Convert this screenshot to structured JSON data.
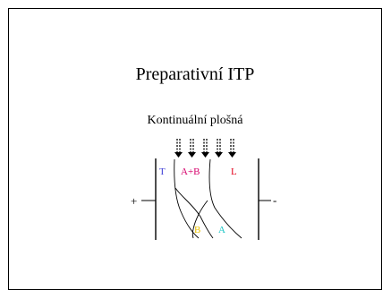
{
  "slide": {
    "title": "Preparativní ITP",
    "subtitle": "Kontinuální plošná"
  },
  "diagram": {
    "zone_labels": {
      "T": "T",
      "AB": "A+B",
      "L": "L",
      "B": "B",
      "A": "A"
    },
    "electrode_labels": {
      "anode": "+",
      "cathode": "-"
    },
    "arrow_count": 5,
    "colors": {
      "T": "#3b3bd6",
      "AB": "#d6006b",
      "L": "#e3001b",
      "B": "#e8c000",
      "A": "#19c4c4",
      "line": "#000000"
    }
  }
}
